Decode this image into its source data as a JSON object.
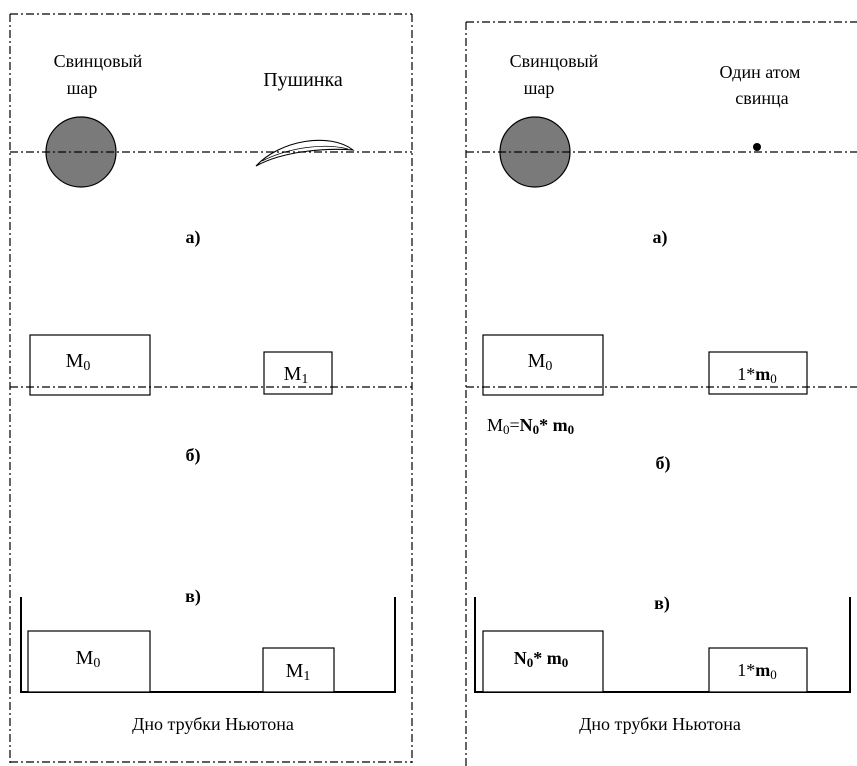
{
  "left_panel": {
    "ball_label": [
      "Свинцовый",
      "шар"
    ],
    "feather_label": "Пушинка",
    "label_a": "а)",
    "label_b": "б)",
    "label_v": "в)",
    "box_m0": {
      "base": "M",
      "sub": "0"
    },
    "box_m1": {
      "base": "M",
      "sub": "1"
    },
    "box_m0_bottom": {
      "base": "M",
      "sub": "0"
    },
    "box_m1_bottom": {
      "base": "M",
      "sub": "1"
    },
    "bottom_caption": "Дно трубки Ньютона"
  },
  "right_panel": {
    "ball_label": [
      "Свинцовый",
      "шар"
    ],
    "atom_label": [
      "Один атом",
      "свинца"
    ],
    "label_a": "а)",
    "label_b": "б)",
    "label_v": "в)",
    "box_m0": {
      "base": "M",
      "sub": "0"
    },
    "box_atom": {
      "prefix": "1*",
      "base": "m",
      "sub": "0"
    },
    "equation": {
      "lhs_base": "M",
      "lhs_sub": "0",
      "eq": "=",
      "n_base": "N",
      "n_sub": "0",
      "times": "* ",
      "m_base": "m",
      "m_sub": "0"
    },
    "box_bottom_left": {
      "n_base": "N",
      "n_sub": "0",
      "times": "* ",
      "m_base": "m",
      "m_sub": "0"
    },
    "box_bottom_right": {
      "prefix": "1*",
      "base": "m",
      "sub": "0"
    },
    "bottom_caption": "Дно трубки Ньютона"
  },
  "colors": {
    "ball_fill": "#7a7a7a",
    "line": "#000000"
  }
}
